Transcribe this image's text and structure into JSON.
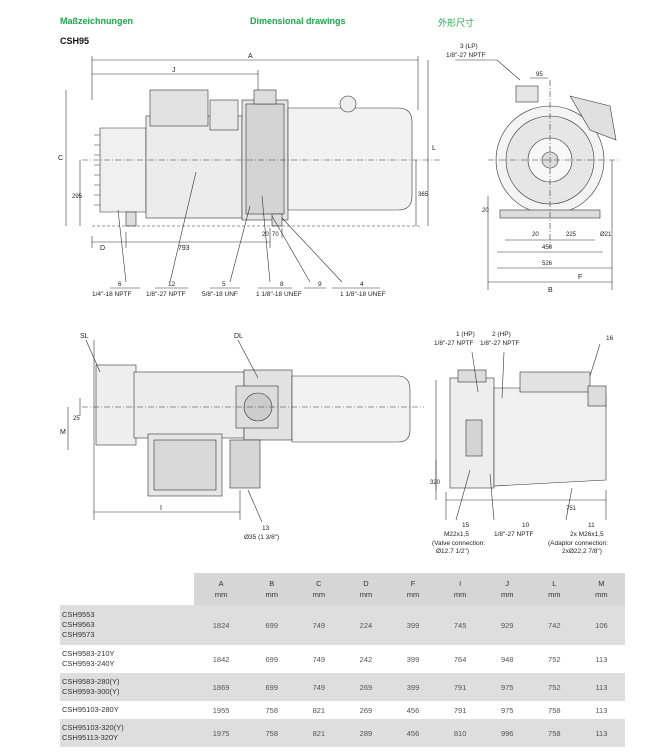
{
  "header": {
    "de": "Maßzeichnungen",
    "en": "Dimensional drawings",
    "zh": "外形尺寸"
  },
  "model": "CSH95",
  "drawing1": {
    "dims": {
      "A": "A",
      "J": "J",
      "C": "C",
      "L": "L",
      "D": "D",
      "F": "F",
      "B": "B",
      "d793": "793",
      "d295": "295",
      "d365": "365",
      "d20": "20",
      "d70": "70",
      "d95": "95",
      "d20b": "20",
      "d225": "225",
      "d450": "450",
      "d526": "526",
      "d21": "Ø21"
    },
    "callouts": [
      {
        "num": "6",
        "spec": "1/4\"-18 NPTF"
      },
      {
        "num": "12",
        "spec": "1/8\"-27 NPTF"
      },
      {
        "num": "5",
        "spec": "5/8\"-18 UNF"
      },
      {
        "num": "8",
        "spec": "1 1/8\"-18 UNEF"
      },
      {
        "num": "9",
        "spec": ""
      },
      {
        "num": "4",
        "spec": "1 1/8\"-18 UNEF"
      }
    ],
    "lp": {
      "num": "3 (LP)",
      "spec": "1/8\"-27 NPTF"
    }
  },
  "drawing2": {
    "sl_left": "SL",
    "dl": "DL",
    "d25": "25",
    "m": "M",
    "i": "I",
    "n13": "13",
    "n13spec": "Ø35 (1 3/8\")",
    "hp": {
      "num": "1 (HP)",
      "spec": "1/8\"-27 NPTF"
    },
    "hp2": {
      "num": "2 (HP)",
      "spec": "1/8\"-27 NPTF"
    },
    "n16": "16",
    "d320": "320",
    "d751": "751",
    "c15": {
      "num": "15",
      "spec": "M22x1,5",
      "note1": "(Valve connection:",
      "note2": "Ø12.7 1/2\")"
    },
    "c10": {
      "num": "10",
      "spec": "1/8\"-27 NPTF"
    },
    "c11": {
      "num": "11",
      "spec": "2x M26x1,5",
      "note1": "(Adaptor connection:",
      "note2": "2xØ22,2 7/8\")"
    }
  },
  "table": {
    "columns": [
      {
        "key": "A",
        "unit": "mm"
      },
      {
        "key": "B",
        "unit": "mm"
      },
      {
        "key": "C",
        "unit": "mm"
      },
      {
        "key": "D",
        "unit": "mm"
      },
      {
        "key": "F",
        "unit": "mm"
      },
      {
        "key": "I",
        "unit": "mm"
      },
      {
        "key": "J",
        "unit": "mm"
      },
      {
        "key": "L",
        "unit": "mm"
      },
      {
        "key": "M",
        "unit": "mm"
      }
    ],
    "rows": [
      {
        "models": [
          "CSH9553",
          "CSH9563",
          "CSH9573"
        ],
        "values": [
          "1824",
          "699",
          "749",
          "224",
          "399",
          "745",
          "929",
          "742",
          "106"
        ]
      },
      {
        "models": [
          "CSH9583-210Y",
          "CSH9593-240Y"
        ],
        "values": [
          "1842",
          "699",
          "749",
          "242",
          "399",
          "764",
          "948",
          "752",
          "113"
        ]
      },
      {
        "models": [
          "CSH9583-280(Y)",
          "CSH9593-300(Y)"
        ],
        "values": [
          "1869",
          "699",
          "749",
          "269",
          "399",
          "791",
          "975",
          "752",
          "113"
        ]
      },
      {
        "models": [
          "CSH95103-280Y"
        ],
        "values": [
          "1955",
          "758",
          "821",
          "269",
          "456",
          "791",
          "975",
          "758",
          "113"
        ]
      },
      {
        "models": [
          "CSH95103-320(Y)",
          "CSH95113-320Y"
        ],
        "values": [
          "1975",
          "758",
          "821",
          "289",
          "456",
          "810",
          "996",
          "758",
          "113"
        ]
      }
    ]
  }
}
